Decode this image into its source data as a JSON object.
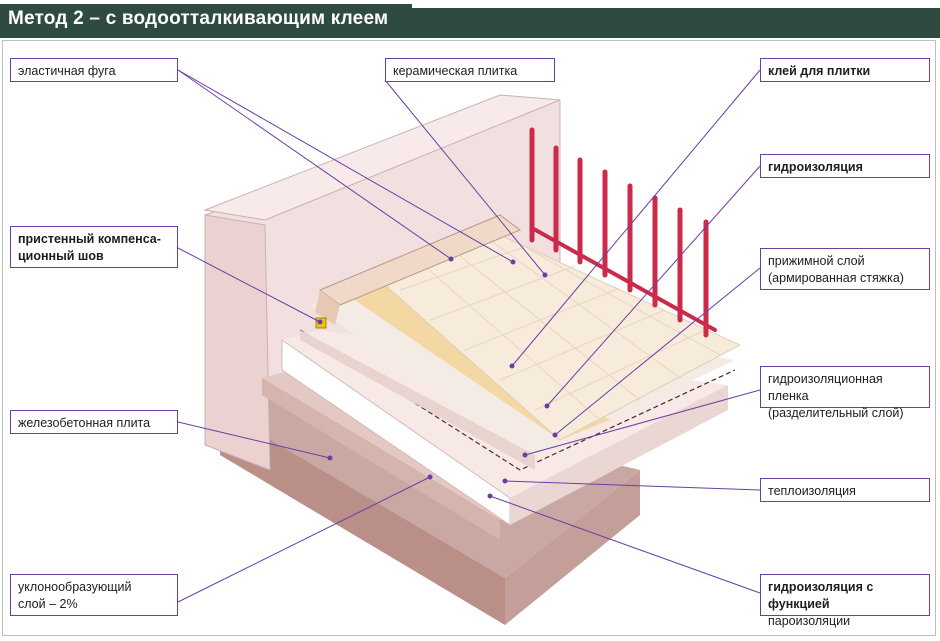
{
  "header": {
    "title": "Метод 2 – с водоотталкивающим клеем"
  },
  "labels": {
    "elastic_joint": "эластичная фуга",
    "ceramic_tile": "керамическая плитка",
    "tile_adhesive": "клей для плитки",
    "waterproofing": "гидроизоляция",
    "wall_joint_1": "пристенный компенса-",
    "wall_joint_2": "ционный шов",
    "pressure_layer_1": "прижимной слой",
    "pressure_layer_2": "(армированная стяжка)",
    "reinforced_slab": "железобетонная плита",
    "film_1": "гидроизоляционная пленка",
    "film_2": "(разделительный слой)",
    "thermal_insulation": "теплоизоляция",
    "slope_layer_1": "уклонообразующий",
    "slope_layer_2": "слой – 2%",
    "vapor_1": "гидроизоляция с функцией",
    "vapor_2": "пароизоляции"
  },
  "colors": {
    "header_bg": "#2f4a3e",
    "leader_line": "#6a3fa4",
    "rebar": "#cc2a4a",
    "wall": "#f2dfdf",
    "tile": "#f7ebdc",
    "adhesive": "#f3d8a4",
    "slab": "#b98f88"
  }
}
